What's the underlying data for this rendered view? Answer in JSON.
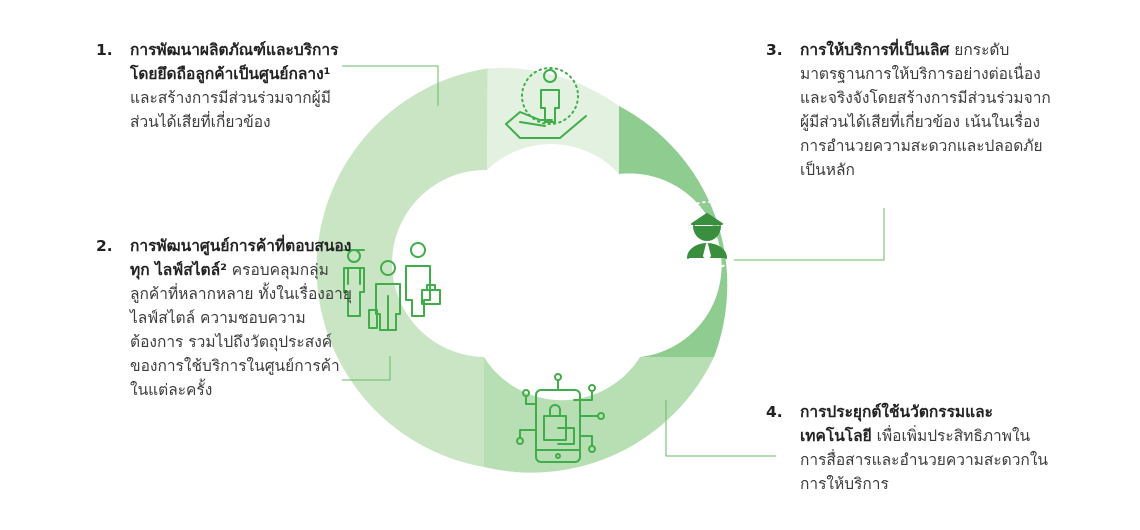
{
  "items": [
    {
      "number": "1.",
      "bold": "การพัฒนาผลิตภัณฑ์และบริการ โดยยึดถือลูกค้าเป็นศูนย์กลาง¹",
      "text": " และสร้างการมีส่วนร่วมจากผู้มีส่วนได้เสียที่เกี่ยวข้อง"
    },
    {
      "number": "2.",
      "bold": "การพัฒนาศูนย์การค้าที่ตอบสนองทุก ไลฟ์สไตล์²",
      "text": " ครอบคลุมกลุ่มลูกค้าที่หลากหลาย ทั้งในเรื่องอายุ ไลฟ์สไตล์ ความชอบความต้องการ รวมไปถึงวัตถุประสงค์ของการใช้บริการในศูนย์การค้าในแต่ละครั้ง"
    },
    {
      "number": "3.",
      "bold": "การให้บริการที่เป็นเลิศ",
      "text": " ยกระดับมาตรฐานการให้บริการอย่างต่อเนื่องและจริงจังโดยสร้างการมีส่วนร่วมจากผู้มีส่วนได้เสียที่เกี่ยวข้อง เน้นในเรื่องการอำนวยความสะดวกและปลอดภัยเป็นหลัก"
    },
    {
      "number": "4.",
      "bold": "การประยุกต์ใช้นวัตกรรมและเทคโนโลยี",
      "text": " เพื่อเพิ่มประสิทธิภาพในการสื่อสารและอำนวยความสะดวกในการให้บริการ"
    }
  ],
  "colors": {
    "segment_top": "#e3f1e1",
    "segment_right": "#8fcc8f",
    "segment_bottom": "#b8deb4",
    "segment_left": "#c9e5c4",
    "icon": "#3fae4a",
    "connector": "#66bb66"
  },
  "icons": {
    "top": "hand-person-icon",
    "right": "security-guard-icon",
    "bottom": "smartphone-shopping-icon",
    "left": "shoppers-icon"
  }
}
